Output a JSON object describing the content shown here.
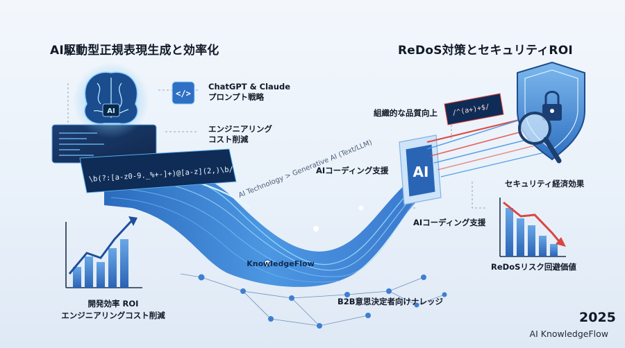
{
  "header": {
    "left_title": "AI駆動型正規表現生成と効率化",
    "right_title": "ReDoS対策とセキュリティROI"
  },
  "labels": {
    "chatgpt_line1": "ChatGPT & Claude",
    "chatgpt_line2": "プロンプト戦略",
    "engineering_line1": "エンジニアリング",
    "engineering_line2": "コスト削減",
    "org_quality": "組織的な品質向上",
    "ai_coding_top": "AIコーディング支援",
    "ai_coding_mid": "AIコーディング支援",
    "security_econ": "セキュリティ経済効果",
    "redos_value": "ReDoSリスク回避価値",
    "b2b": "B2B意思決定者向けナレッジ",
    "dev_roi_line1": "開発効率 ROI",
    "dev_roi_line2": "エンジニアリングコスト削減",
    "flow_path": "AI Technology > Generative AI (Text/LLM)",
    "knowledgeflow": "KnowledgeFlow",
    "ai_chip": "AI",
    "brain_chip": "AI",
    "code_icon": "</>",
    "regex_main": "\\b(?:[a-z0-9._%+-]+)@[a-z](2,)\\b/",
    "regex_security": "/^(a+)+$/"
  },
  "footer": {
    "year": "2025",
    "brand": "AI KnowledgeFlow"
  },
  "colors": {
    "accent_blue": "#2f7fd8",
    "deep_blue": "#1e4f9a",
    "glow": "#5ec8ff",
    "alert_red": "#e0463c"
  },
  "icons": [
    "brain-icon",
    "code-bracket-icon",
    "shield-lock-icon",
    "magnifier-icon",
    "ai-chip-icon",
    "growth-chart-icon",
    "risk-chart-icon"
  ]
}
